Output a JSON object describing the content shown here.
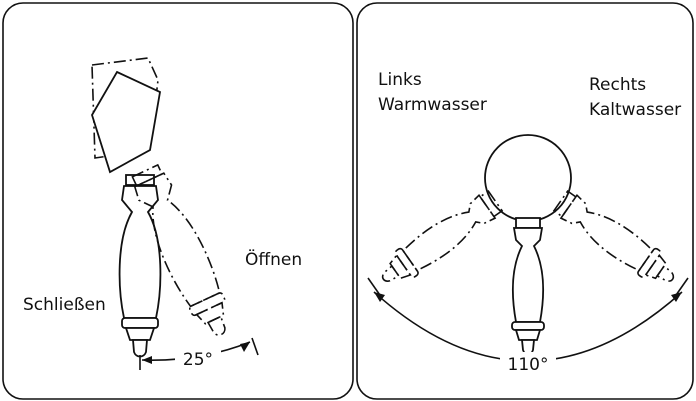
{
  "left_panel": {
    "label_close": "Schließen",
    "label_open": "Öffnen",
    "angle": "25°"
  },
  "right_panel": {
    "label_left_line1": "Links",
    "label_left_line2": "Warmwasser",
    "label_right_line1": "Rechts",
    "label_right_line2": "Kaltwasser",
    "angle": "110°"
  }
}
